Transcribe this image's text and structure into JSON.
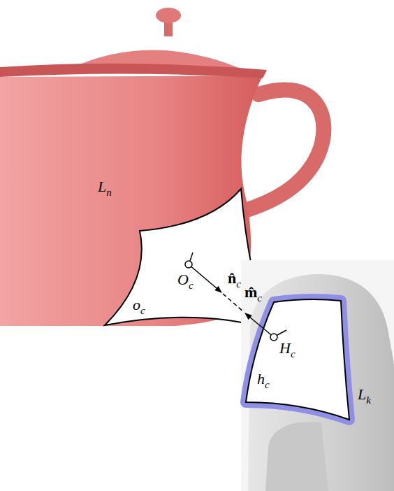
{
  "diagram": {
    "labels": [
      "Ln",
      "oc",
      "Oc",
      "n̂c",
      "m̂c",
      "Hc",
      "hc",
      "Lk"
    ]
  }
}
